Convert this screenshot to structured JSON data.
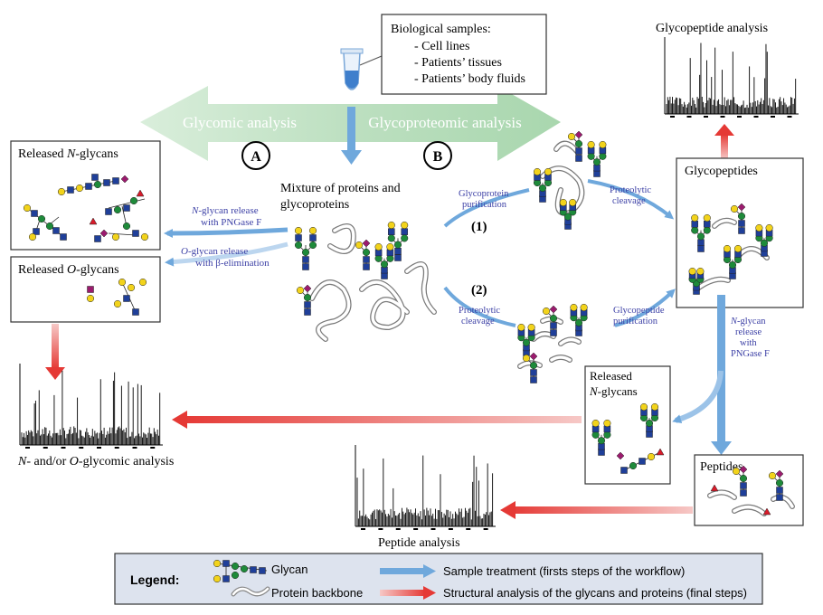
{
  "samples": {
    "title": "Biological samples:",
    "items": [
      "- Cell lines",
      "- Patients’ tissues",
      "- Patients’ body fluids"
    ]
  },
  "arrows": {
    "glycomic": "Glycomic analysis",
    "glycoproteomic": "Glycoproteomic analysis"
  },
  "markers": {
    "a": "A",
    "b": "B"
  },
  "mixture": {
    "line1": "Mixture of proteins and",
    "line2": "glycoproteins"
  },
  "released_n": {
    "prefix": "Released ",
    "italic": "N",
    "suffix": "-glycans"
  },
  "released_o": {
    "prefix": "Released ",
    "italic": "O",
    "suffix": "-glycans"
  },
  "n_release": {
    "italic": "N",
    "line1_rest": "-glycan release",
    "line2": "with PNGase F"
  },
  "o_release": {
    "italic": "O",
    "line1_rest": "-glycan release",
    "line2": "with β-elimination"
  },
  "path1": {
    "num": "(1)",
    "step1_l1": "Glycoprotein",
    "step1_l2": "purification",
    "step2_l1": "Proteolytic",
    "step2_l2": "cleavage"
  },
  "path2": {
    "num": "(2)",
    "step1_l1": "Proteolytic",
    "step1_l2": "cleavage",
    "step2_l1": "Glycopeptide",
    "step2_l2": "purification"
  },
  "glycopeptide_analysis": "Glycopeptide analysis",
  "glycopeptides": "Glycopeptides",
  "pngase": {
    "italic": "N",
    "l1_rest": "-glycan",
    "l2": "release",
    "l3": "with",
    "l4": "PNGase F"
  },
  "released_n2": {
    "line1": "Released",
    "italic": "N",
    "line2_rest": "-glycans"
  },
  "peptides": "Peptides",
  "glycomic_analysis": {
    "italic1": "N",
    "mid": "- and/or ",
    "italic2": "O",
    "rest": "-glycomic analysis"
  },
  "peptide_analysis": "Peptide analysis",
  "legend": {
    "title": "Legend:",
    "glycan": "Glycan",
    "protein": "Protein backbone",
    "sample_treatment": "Sample treatment (firsts steps of the workflow)",
    "structural": "Structural analysis of the glycans and proteins (final steps)"
  },
  "colors": {
    "blue_arrow": "#6fa8dc",
    "red_arrow": "#e53935",
    "green_arrow": "#b7dcbc",
    "step_text": "#3b3fa5",
    "legend_bg": "#dde3ee"
  }
}
